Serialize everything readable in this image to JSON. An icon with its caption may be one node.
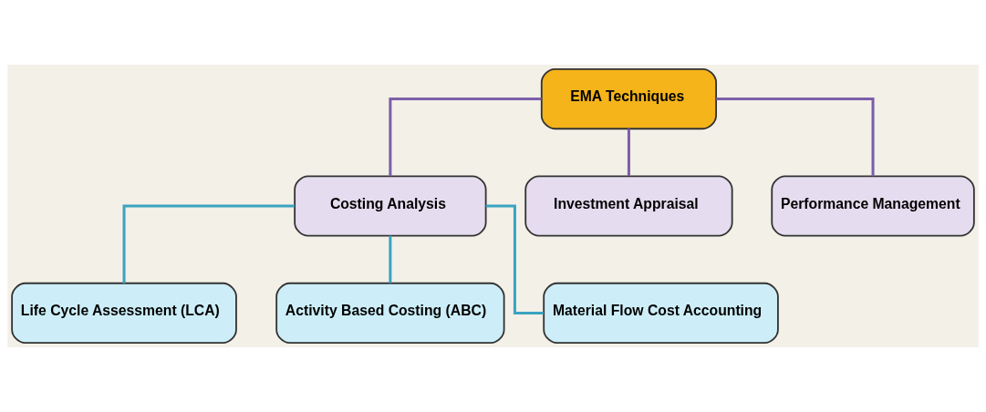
{
  "diagram": {
    "nodes": [
      {
        "text": [
          "EMA Techniques"
        ]
      },
      {
        "text": [
          "Costing Analysis"
        ]
      },
      {
        "text": [
          "Investment Appraisal"
        ]
      },
      {
        "text": [
          "Performance Management"
        ]
      },
      {
        "text": [
          "Life Cycle Assessment (LCA)"
        ]
      },
      {
        "text": [
          "Activity Based Costing (ABC)"
        ]
      },
      {
        "text": [
          "Material Flow Cost Accounting"
        ]
      }
    ],
    "edges": [
      {
        "from": 0,
        "to": 1,
        "arrow": "none"
      },
      {
        "from": 0,
        "to": 2,
        "arrow": "none"
      },
      {
        "from": 0,
        "to": 3,
        "arrow": "none"
      },
      {
        "from": 1,
        "to": 4,
        "arrow": "none",
        "color": "#3ba3c0"
      },
      {
        "from": 1,
        "to": 5,
        "arrow": "none",
        "color": "#3ba3c0"
      },
      {
        "from": 1,
        "to": 6,
        "arrow": "none",
        "color": "#3ba3c0"
      }
    ]
  }
}
